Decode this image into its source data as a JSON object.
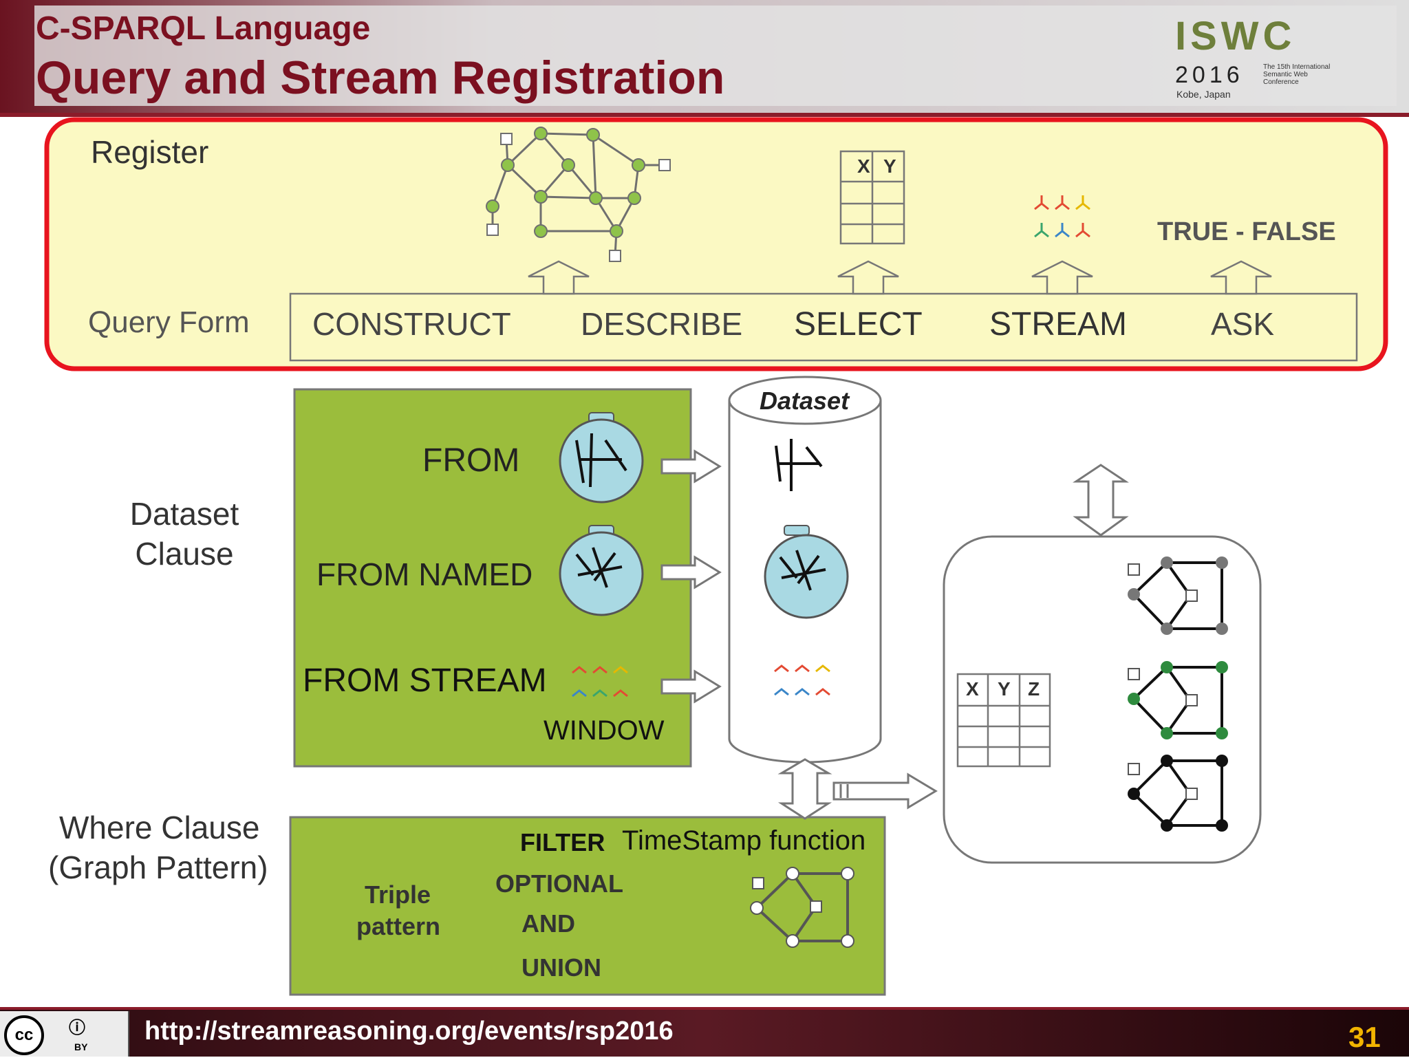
{
  "header": {
    "subtitle": "C-SPARQL Language",
    "title": "Query and Stream Registration",
    "logo": {
      "letters": "ISWC",
      "year": "2016",
      "location": "Kobe, Japan",
      "caption": "The 15th International Semantic Web Conference"
    }
  },
  "register_panel": {
    "label": "Register",
    "query_form_label": "Query Form",
    "forms": [
      "CONSTRUCT",
      "DESCRIBE",
      "SELECT",
      "STREAM",
      "ASK"
    ],
    "table_headers": [
      "X",
      "Y"
    ],
    "ask_result": "TRUE - FALSE"
  },
  "dataset_clause": {
    "label": "Dataset Clause",
    "from": "FROM",
    "from_named": "FROM NAMED",
    "from_stream": "FROM STREAM",
    "window": "WINDOW",
    "dataset_title": "Dataset"
  },
  "where_clause": {
    "label_line1": "Where Clause",
    "label_line2": "(Graph Pattern)",
    "triple_line1": "Triple",
    "triple_line2": "pattern",
    "filter": "FILTER",
    "timestamp": "TimeStamp function",
    "optional": "OPTIONAL",
    "and": "AND",
    "union": "UNION"
  },
  "result_table_headers": [
    "X",
    "Y",
    "Z"
  ],
  "footer": {
    "url": "http://streamreasoning.org/events/rsp2016",
    "page": "31",
    "license": {
      "cc": "cc",
      "by": "BY"
    }
  },
  "colors": {
    "title": "#7b1020",
    "register_bg": "#fbf9c3",
    "register_border": "#e8141e",
    "green_panel": "#9bbd3c",
    "graph_node_green": "#8fc34a",
    "disk_blue": "#a9d9e3",
    "page_number": "#f2b400"
  }
}
